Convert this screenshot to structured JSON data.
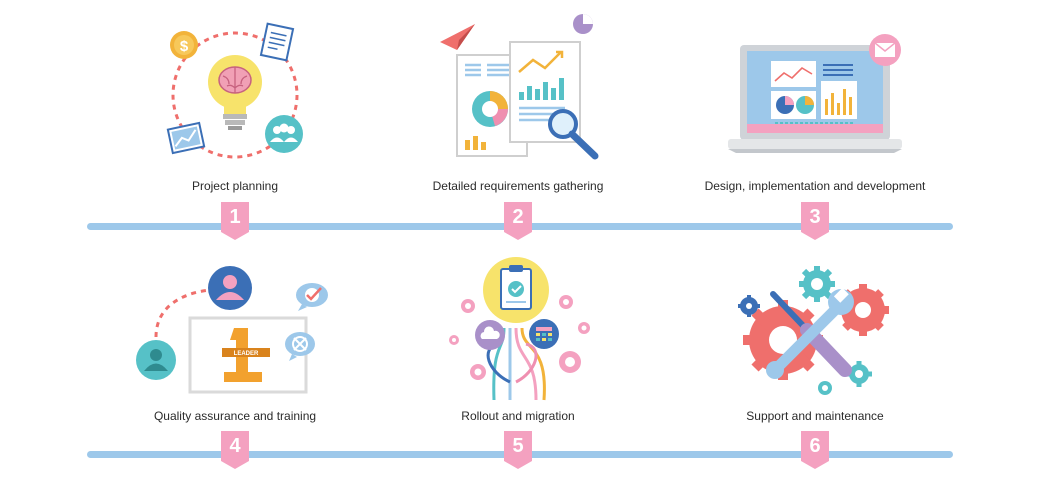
{
  "colors": {
    "track": "#9dc8ea",
    "marker": "#f4a1c0",
    "marker_text": "#ffffff"
  },
  "steps": [
    {
      "number": "1",
      "label": "Project planning",
      "icon": "lightbulb-brain-icon"
    },
    {
      "number": "2",
      "label": "Detailed requirements gathering",
      "icon": "documents-magnifier-icon"
    },
    {
      "number": "3",
      "label": "Design, implementation and development",
      "icon": "laptop-dashboard-icon"
    },
    {
      "number": "4",
      "label": "Quality assurance and training",
      "icon": "leader-trophy-icon"
    },
    {
      "number": "5",
      "label": "Rollout and migration",
      "icon": "clipboard-network-icon"
    },
    {
      "number": "6",
      "label": "Support and maintenance",
      "icon": "wrench-screwdriver-gears-icon"
    }
  ]
}
